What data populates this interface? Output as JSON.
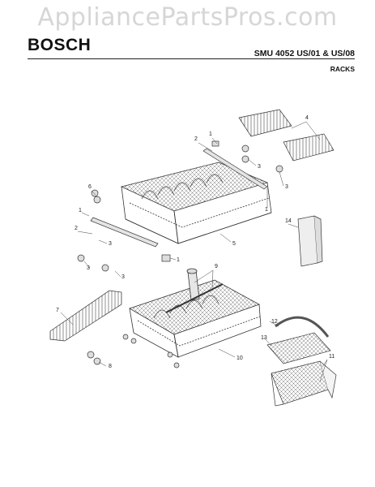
{
  "watermark": "AppliancePartsPros.com",
  "header": {
    "brand": "BOSCH",
    "model": "SMU 4052 US/01 & US/08",
    "section": "RACKS"
  },
  "callouts": {
    "c1": "1",
    "c2": "2",
    "c3": "3",
    "c4": "4",
    "c5": "5",
    "c6": "6",
    "c7": "7",
    "c8": "8",
    "c9": "9",
    "c10": "10",
    "c11": "11",
    "c12": "12",
    "c13": "13",
    "c14": "14"
  }
}
